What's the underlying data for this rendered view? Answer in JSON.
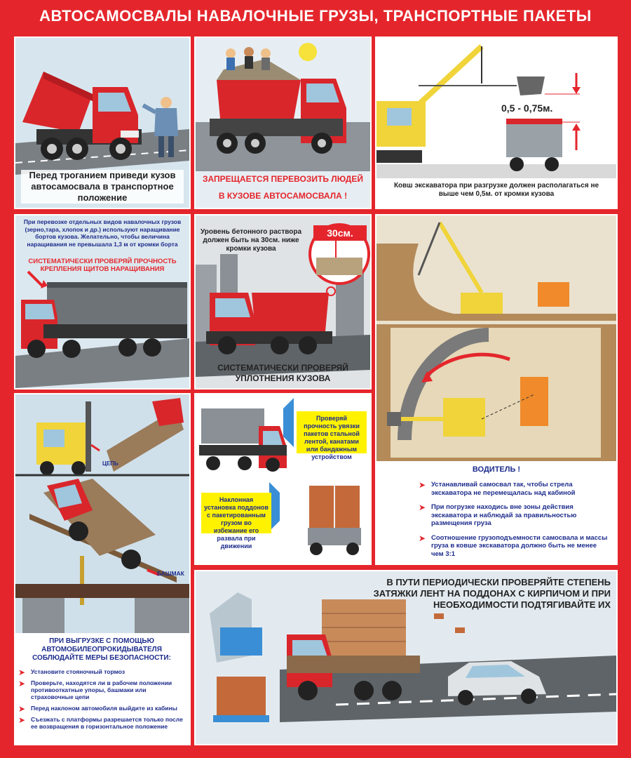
{
  "title": "АВТОСАМОСВАЛЫ НАВАЛОЧНЫЕ ГРУЗЫ, ТРАНСПОРТНЫЕ ПАКЕТЫ",
  "panel1": {
    "caption": "Перед троганием приведи кузов автосамосвала в транспортное положение"
  },
  "panel2": {
    "line1": "ЗАПРЕЩАЕТСЯ ПЕРЕВОЗИТЬ ЛЮДЕЙ",
    "line2": "В КУЗОВЕ АВТОСАМОСВАЛА !"
  },
  "panel3": {
    "measure": "0,5 - 0,75м.",
    "caption": "Ковш экскаватора при разгрузке должен располагаться не выше чем 0,5м. от кромки кузова"
  },
  "panel4": {
    "text": "При перевозке отдельных видов навалочных грузов (зерно,тара, хлопок и др.) используют наращивание бортов кузова. Желательно, чтобы величина наращивания не превышала 1,3 м от кромки борта",
    "warning": "СИСТЕМАТИЧЕСКИ ПРОВЕРЯЙ ПРОЧНОСТЬ КРЕПЛЕНИЯ ЩИТОВ НАРАЩИВАНИЯ"
  },
  "panel5": {
    "text": "Уровень бетонного раствора должен быть на 30см. ниже кромки кузова",
    "badge": "30см.",
    "caption": "СИСТЕМАТИЧЕСКИ ПРОВЕРЯЙ УПЛОТНЕНИЯ КУЗОВА"
  },
  "panel6": {
    "heading": "ВОДИТЕЛЬ !",
    "items": [
      "Устанавливай самосвал так, чтобы стрела экскаватора не перемещалась над кабиной",
      "При погрузке находись вне зоны действия экскаватора и наблюдай за правильностью размещения груза",
      "Соотношение грузоподъемности самосвала и массы груза в ковше экскаватора должно быть не менее чем 3:1"
    ]
  },
  "panel7": {
    "label_chain": "ЦЕПЬ",
    "label_shoe": "БАШМАК",
    "heading": "ПРИ ВЫГРУЗКЕ С ПОМОЩЬЮ АВТОМОБИЛЕОПРОКИДЫВАТЕЛЯ СОБЛЮДАЙТЕ МЕРЫ БЕЗОПАСНОСТИ:",
    "items": [
      "Установите стояночный тормоз",
      "Проверьте, находятся ли в рабочем положении противооткатные упоры, башмаки или страховочные цепи",
      "Перед наклоном автомобиля выйдите из кабины",
      "Съезжать с платформы разрешается только после ее возвращения в горизонтальное положение"
    ]
  },
  "panel8": {
    "box1": "Проверяй прочность увязки пакетов стальной лентой, канатами или бандажным устройством",
    "box2": "Наклонная установка поддонов с пакетированным грузом во избежание его развала при движении"
  },
  "panel9": {
    "caption": "В ПУТИ ПЕРИОДИЧЕСКИ ПРОВЕРЯЙТЕ СТЕПЕНЬ ЗАТЯЖКИ ЛЕНТ НА ПОДДОНАХ С КИРПИЧОМ И ПРИ НЕОБХОДИМОСТИ ПОДТЯГИВАЙТЕ ИХ"
  },
  "colors": {
    "red": "#e4262c",
    "blue": "#1d2c8c",
    "yellow": "#fff200",
    "truck_red": "#d9262b",
    "sky": "#cfe3ef"
  }
}
